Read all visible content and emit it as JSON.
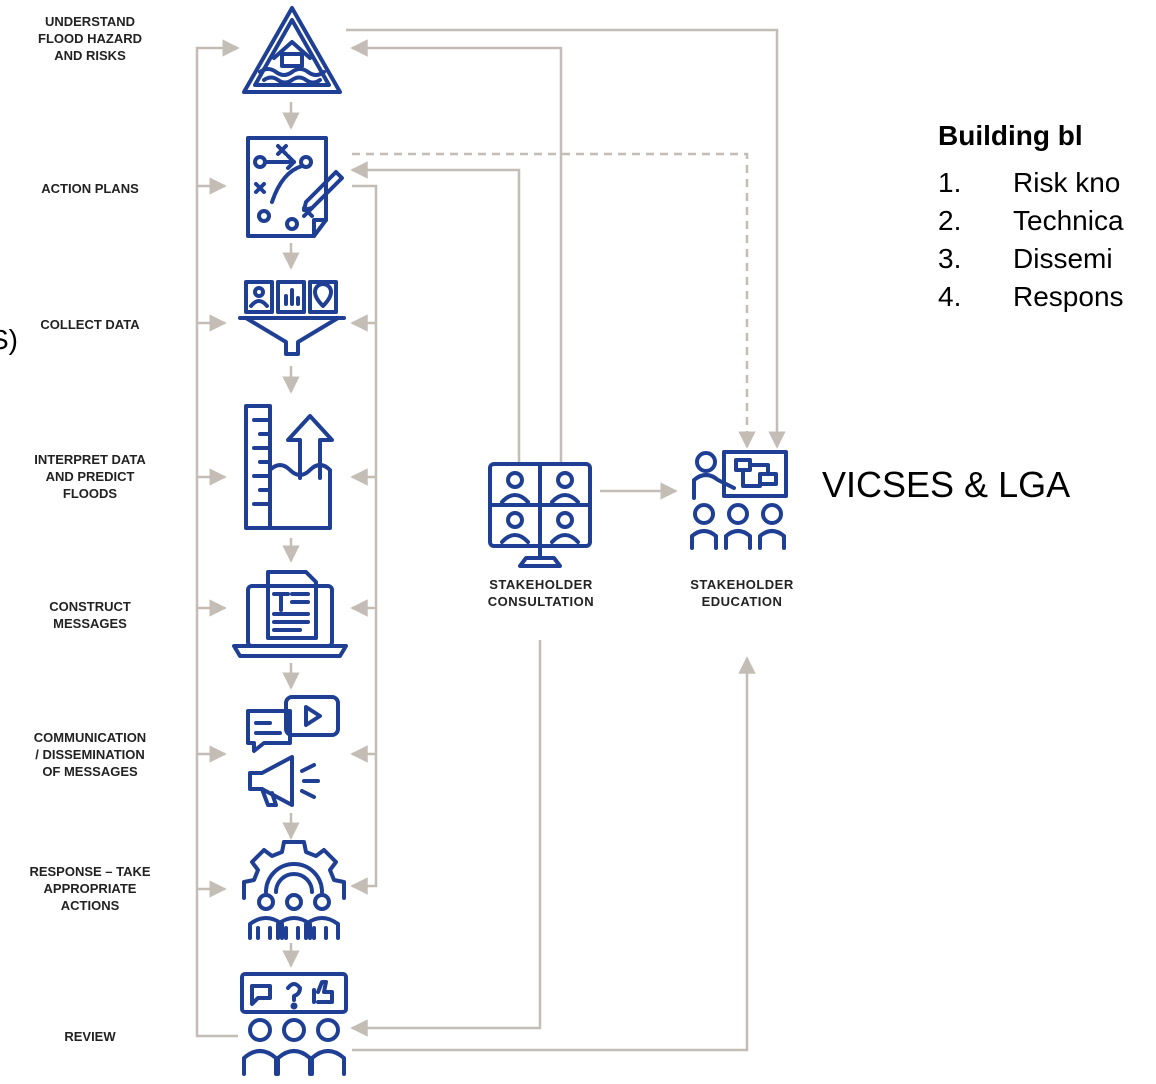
{
  "steps": [
    {
      "label": "UNDERSTAND\nFLOOD HAZARD\nAND RISKS",
      "icon": "flood-hazard-icon"
    },
    {
      "label": "ACTION PLANS",
      "icon": "action-plan-icon"
    },
    {
      "label": "COLLECT DATA",
      "icon": "data-funnel-icon"
    },
    {
      "label": "INTERPRET DATA\nAND PREDICT\nFLOODS",
      "icon": "water-level-rise-icon"
    },
    {
      "label": "CONSTRUCT\nMESSAGES",
      "icon": "document-laptop-icon"
    },
    {
      "label": "COMMUNICATION\n/ DISSEMINATION\nOF MESSAGES",
      "icon": "megaphone-video-icon"
    },
    {
      "label": "RESPONSE – TAKE\nAPPROPRIATE\nACTIONS",
      "icon": "gear-team-icon"
    },
    {
      "label": "REVIEW",
      "icon": "feedback-group-icon"
    }
  ],
  "nodes": {
    "consultation": {
      "label": "STAKEHOLDER\nCONSULTATION",
      "icon": "video-meeting-icon"
    },
    "education": {
      "label": "STAKEHOLDER\nEDUCATION",
      "icon": "presentation-icon"
    }
  },
  "building_blocks": {
    "title": "Building bl",
    "items": [
      {
        "num": "1.",
        "text": "Risk kno"
      },
      {
        "num": "2.",
        "text": "Technica"
      },
      {
        "num": "3.",
        "text": "Dissemi"
      },
      {
        "num": "4.",
        "text": "Respons"
      }
    ]
  },
  "side_text": {
    "left_fragment": "S)",
    "owner": "VICSES & LGA"
  },
  "colors": {
    "icon": "#1f3f94",
    "arrow": "#c4bdb5",
    "text": "#222222"
  }
}
